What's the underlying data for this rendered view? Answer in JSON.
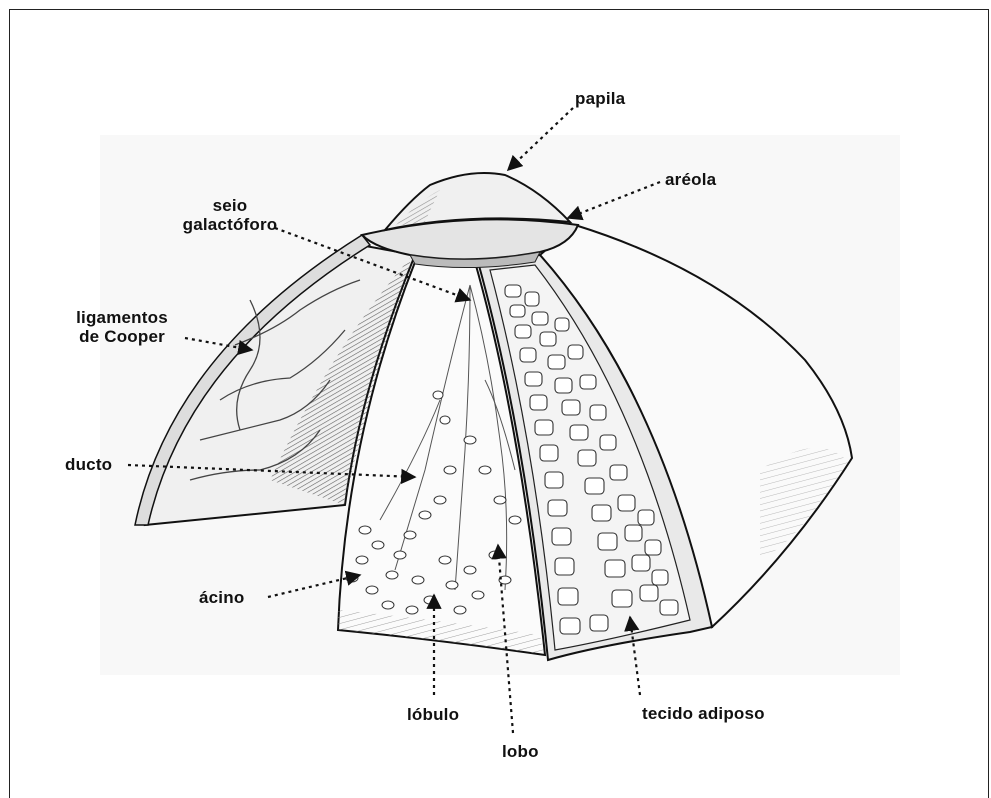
{
  "labels": {
    "papila": "papila",
    "areola": "aréola",
    "seio_line1": "seio",
    "seio_line2": "galactóforo",
    "ligamentos_line1": "ligamentos",
    "ligamentos_line2": "de Cooper",
    "ducto": "ducto",
    "acino": "ácino",
    "lobulo": "lóbulo",
    "lobo": "lobo",
    "tecido": "tecido adiposo"
  },
  "colors": {
    "ink": "#111111",
    "background": "#f7f7f7",
    "skin": "#f2f2f2",
    "shadow": "#8a8a8a",
    "fat_fill": "#e8e8e8"
  }
}
